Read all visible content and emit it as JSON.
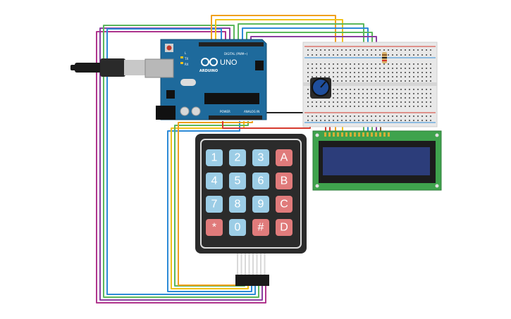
{
  "arduino": {
    "brand_label": "ARDUINO",
    "model_label": "UNO",
    "digital_label": "DIGITAL (PWM~)",
    "power_label": "POWER",
    "analog_label": "ANALOG IN",
    "tx_label": "TX",
    "rx_label": "RX",
    "l_label": "L"
  },
  "keypad": {
    "keys": [
      {
        "label": "1",
        "type": "num"
      },
      {
        "label": "2",
        "type": "num"
      },
      {
        "label": "3",
        "type": "num"
      },
      {
        "label": "A",
        "type": "letter"
      },
      {
        "label": "4",
        "type": "num"
      },
      {
        "label": "5",
        "type": "num"
      },
      {
        "label": "6",
        "type": "num"
      },
      {
        "label": "B",
        "type": "letter"
      },
      {
        "label": "7",
        "type": "num"
      },
      {
        "label": "8",
        "type": "num"
      },
      {
        "label": "9",
        "type": "num"
      },
      {
        "label": "C",
        "type": "letter"
      },
      {
        "label": "*",
        "type": "letter"
      },
      {
        "label": "0",
        "type": "num"
      },
      {
        "label": "#",
        "type": "letter"
      },
      {
        "label": "D",
        "type": "letter"
      }
    ]
  },
  "colors": {
    "arduino_board": "#1e6a9c",
    "key_num": "#9ccde6",
    "key_letter": "#e07b7b",
    "lcd_board": "#3fa34d",
    "lcd_screen": "#2c3d7a",
    "wire_orange": "#f0a01e",
    "wire_yellow": "#f2c21a",
    "wire_green": "#5cb85c",
    "wire_blue": "#2e8bd8",
    "wire_purple": "#8b3fa0",
    "wire_magenta": "#b0358d",
    "wire_red": "#d63a2e",
    "wire_black": "#222222"
  }
}
